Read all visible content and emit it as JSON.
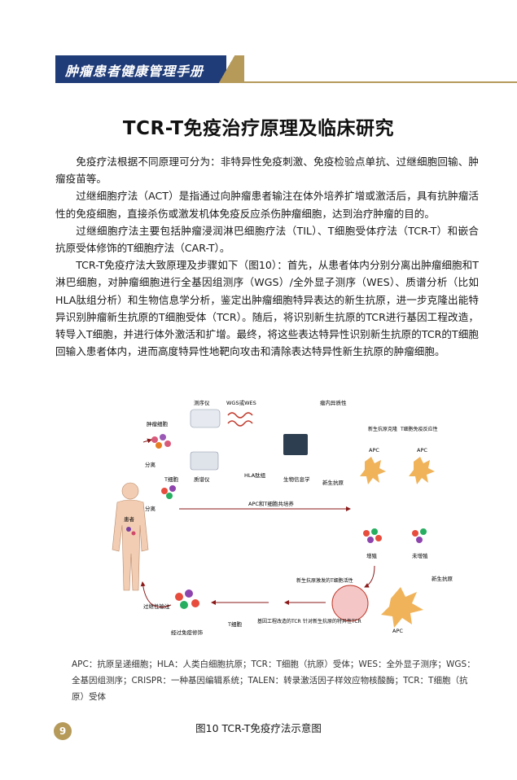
{
  "header": {
    "book_title": "肿瘤患者健康管理手册",
    "colors": {
      "navy": "#1f3b78",
      "gold": "#b59a5a"
    }
  },
  "title": "TCR-T免疫治疗原理及临床研究",
  "paragraphs": [
    "免疫疗法根据不同原理可分为：非特异性免疫刺激、免疫检验点单抗、过继细胞回输、肿瘤疫苗等。",
    "过继细胞疗法（ACT）是指通过向肿瘤患者输注在体外培养扩增或激活后，具有抗肿瘤活性的免疫细胞，直接杀伤或激发机体免疫反应杀伤肿瘤细胞，达到治疗肿瘤的目的。",
    "过继细胞疗法主要包括肿瘤浸润淋巴细胞疗法（TIL）、T细胞受体疗法（TCR-T）和嵌合抗原受体修饰的T细胞疗法（CAR-T）。",
    "TCR-T免疫疗法大致原理及步骤如下（图10）：首先，从患者体内分别分离出肿瘤细胞和T淋巴细胞，对肿瘤细胞进行全基因组测序（WGS）/全外显子测序（WES）、质谱分析（比如HLA肽组分析）和生物信息学分析，鉴定出肿瘤细胞特异表达的新生抗原，进一步克隆出能特异识别肿瘤新生抗原的T细胞受体（TCR）。随后，将识别新生抗原的TCR进行基因工程改造，转导入T细胞，并进行体外激活和扩增。最终，将这些表达特异性识别新生抗原的TCR的T细胞回输入患者体内，进而高度特异性地靶向攻击和清除表达特异性新生抗原的肿瘤细胞。"
  ],
  "figure": {
    "labels": {
      "sequencer": "测序仪",
      "wgs_wes": "WGS或WES",
      "intratumor": "瘤内异质性",
      "tumor_cells": "肿瘤细胞",
      "neoantigen_clone": "新生抗原克隆",
      "t_cell_immunity": "T细胞免疫反应性",
      "apc1": "APC",
      "apc2": "APC",
      "separate1": "分离",
      "t_cells": "T细胞",
      "mass_spec": "质谱仪",
      "hla_peptidome": "HLA肽组",
      "bioinformatics": "生物信息学",
      "neoantigen": "新生抗原",
      "patient": "患者",
      "separate2": "分离",
      "coculture": "APC和T细胞共培养",
      "proliferate": "增殖",
      "not_proliferate": "未增殖",
      "neoantigen2": "新生抗原",
      "activated_t": "新生抗原激发的T细胞活性",
      "adoptive_transfer": "过继性输注",
      "modified": "经过免疫修饰",
      "t_cell2": "T细胞",
      "engineered_tcr": "基因工程改造的TCR",
      "specific_tcr": "针对新生抗原的特异性TCR",
      "apc3": "APC"
    }
  },
  "footnote": "APC：抗原呈递细胞；HLA：人类白细胞抗原；TCR：T细胞（抗原）受体；WES：全外显子测序；WGS：全基因组测序；CRISPR：一种基因编辑系统；TALEN：转录激活因子样效应物核酸酶；TCR：T细胞（抗原）受体",
  "caption": "图10  TCR-T免疫疗法示意图",
  "page_number": "9"
}
